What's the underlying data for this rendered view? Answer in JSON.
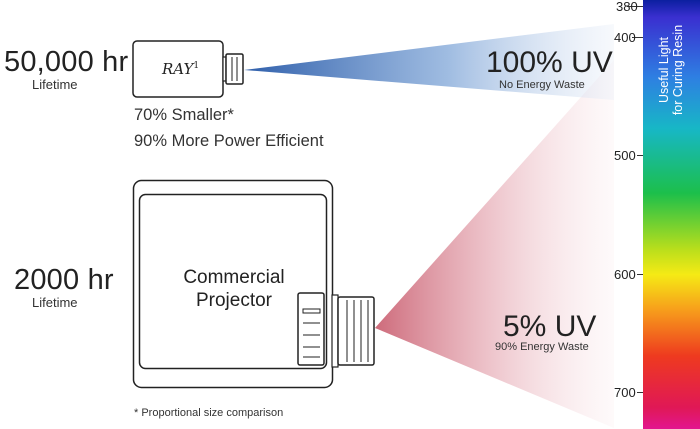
{
  "ray": {
    "lifetime_value": "50,000 hr",
    "lifetime_label": "Lifetime",
    "logo_text": "RAY",
    "logo_superscript": "1",
    "feature_size": "70% Smaller*",
    "feature_power": "90% More Power Efficient",
    "uv_percent": "100% UV",
    "uv_note": "No Energy Waste"
  },
  "projector": {
    "lifetime_value": "2000 hr",
    "lifetime_label": "Lifetime",
    "label_line1": "Commercial",
    "label_line2": "Projector",
    "uv_percent": "5% UV",
    "uv_note": "90% Energy Waste"
  },
  "footnote": "* Proportional size comparison",
  "spectrum": {
    "ticks": [
      380,
      400,
      500,
      600,
      700
    ],
    "label_line1": "Useful Light",
    "label_line2": "for Curing Resin"
  },
  "colors": {
    "ray_beam": "#3c72bc",
    "projector_beam": "#cf6d7c",
    "outline": "#222222"
  }
}
